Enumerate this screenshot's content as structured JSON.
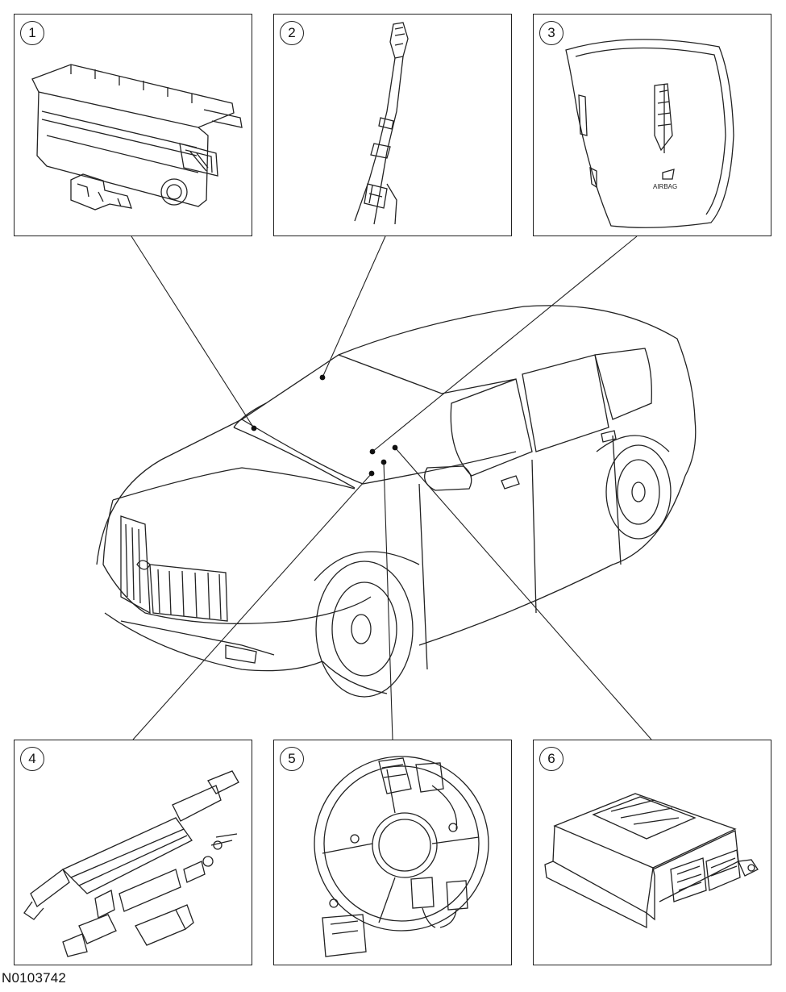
{
  "figure_ref": "N0103742",
  "callouts": [
    {
      "number": "1",
      "component": "passenger-airbag-module"
    },
    {
      "number": "2",
      "component": "side-curtain-airbag-module"
    },
    {
      "number": "3",
      "component": "driver-airbag-module"
    },
    {
      "number": "4",
      "component": "steering-column"
    },
    {
      "number": "5",
      "component": "clockspring"
    },
    {
      "number": "6",
      "component": "restraints-control-module"
    }
  ],
  "colors": {
    "line": "#222222",
    "background": "#ffffff"
  }
}
